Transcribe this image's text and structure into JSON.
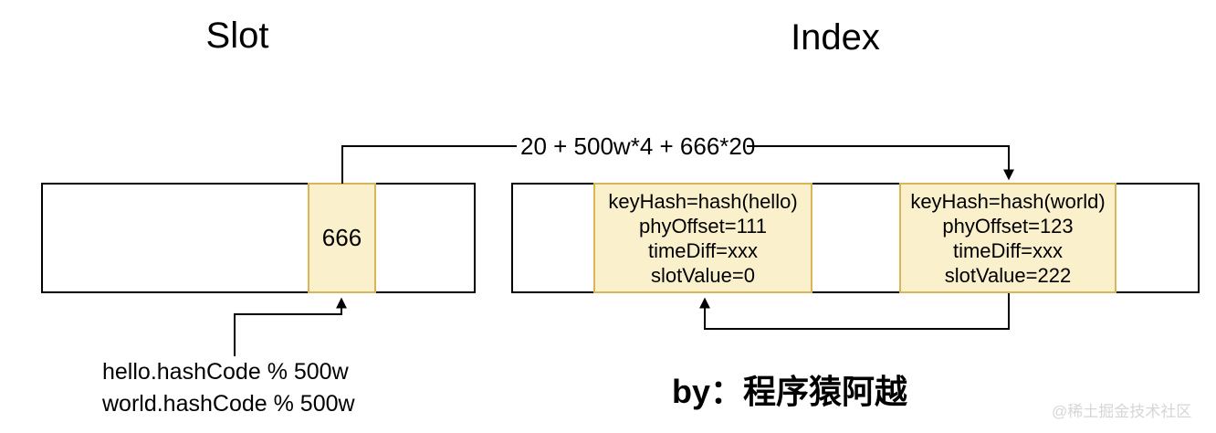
{
  "titles": {
    "slot": "Slot",
    "index": "Index"
  },
  "slot": {
    "highlight_cell_value": "666"
  },
  "index": {
    "entries": [
      {
        "lines": [
          "keyHash=hash(hello)",
          "phyOffset=111",
          "timeDiff=xxx",
          "slotValue=0"
        ]
      },
      {
        "lines": [
          "keyHash=hash(world)",
          "phyOffset=123",
          "timeDiff=xxx",
          "slotValue=222"
        ]
      }
    ]
  },
  "labels": {
    "offset_formula": "20 + 500w*4 + 666*20",
    "hash_line1": "hello.hashCode % 500w",
    "hash_line2": "world.hashCode % 500w",
    "author": "by：程序猿阿越",
    "watermark": "@稀土掘金技术社区"
  },
  "colors": {
    "cell_fill": "#FAF0CC",
    "cell_border": "#D6B656",
    "line_color": "#000000",
    "watermark_color": "#D6D6D6"
  }
}
